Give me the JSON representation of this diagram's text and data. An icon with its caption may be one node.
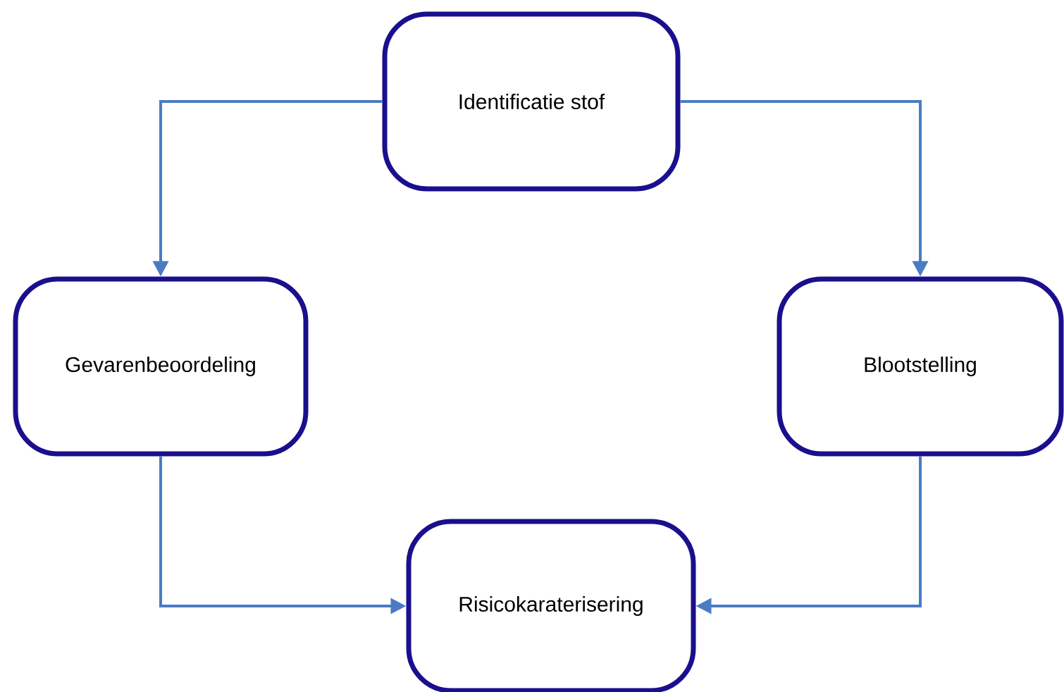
{
  "diagram": {
    "nodes": [
      {
        "text": [
          "Identificatie stof"
        ]
      },
      {
        "text": [
          "Gevarenbeoordeling"
        ]
      },
      {
        "text": [
          "Blootstelling"
        ]
      },
      {
        "text": [
          "Risicokaraterisering"
        ]
      }
    ],
    "edges": [
      {
        "from": 0,
        "to": 1,
        "arrow": "to"
      },
      {
        "from": 0,
        "to": 2,
        "arrow": "to"
      },
      {
        "from": 1,
        "to": 3,
        "arrow": "to"
      },
      {
        "from": 2,
        "to": 3,
        "arrow": "to"
      }
    ]
  }
}
